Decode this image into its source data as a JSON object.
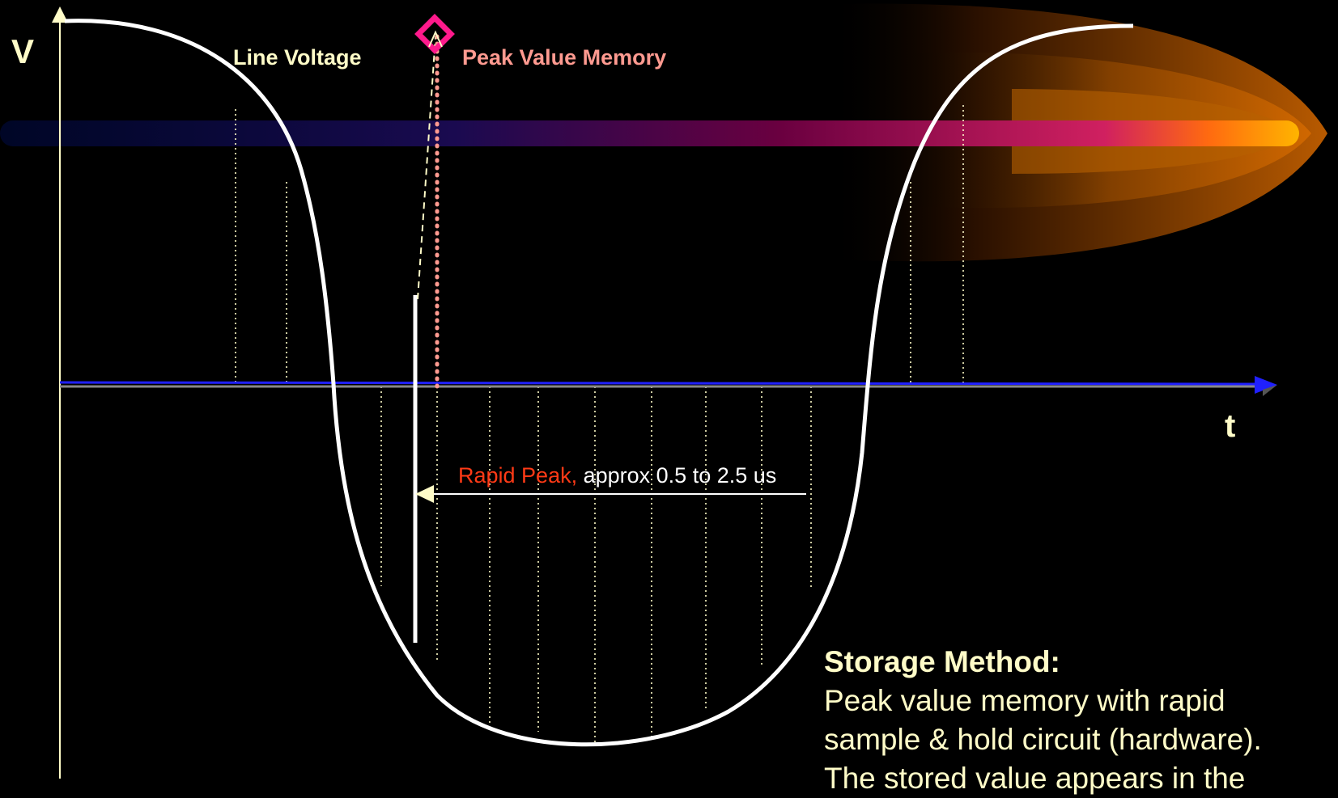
{
  "axes": {
    "y_label": "V",
    "x_label": "t"
  },
  "labels": {
    "line_voltage": "Line Voltage",
    "peak_value_memory": "Peak Value Memory",
    "rapid_peak_prefix": "Rapid Peak,",
    "rapid_peak_suffix": " approx 0.5 to 2.5 us"
  },
  "storage": {
    "title": "Storage Method:",
    "lines": [
      "Peak value memory with  rapid",
      "sample & hold circuit (hardware).",
      "The stored value appears in the"
    ]
  },
  "colors": {
    "background": "#000000",
    "text_cream": "#fffcc8",
    "peak_pink": "#ff9a90",
    "rapid_red": "#ff3a16",
    "marker_magenta": "#ff1a8c",
    "baseline_blue": "#2020ff",
    "beam_start": "#000a40",
    "beam_mid": "#7a0050",
    "beam_end": "#ffb400"
  }
}
